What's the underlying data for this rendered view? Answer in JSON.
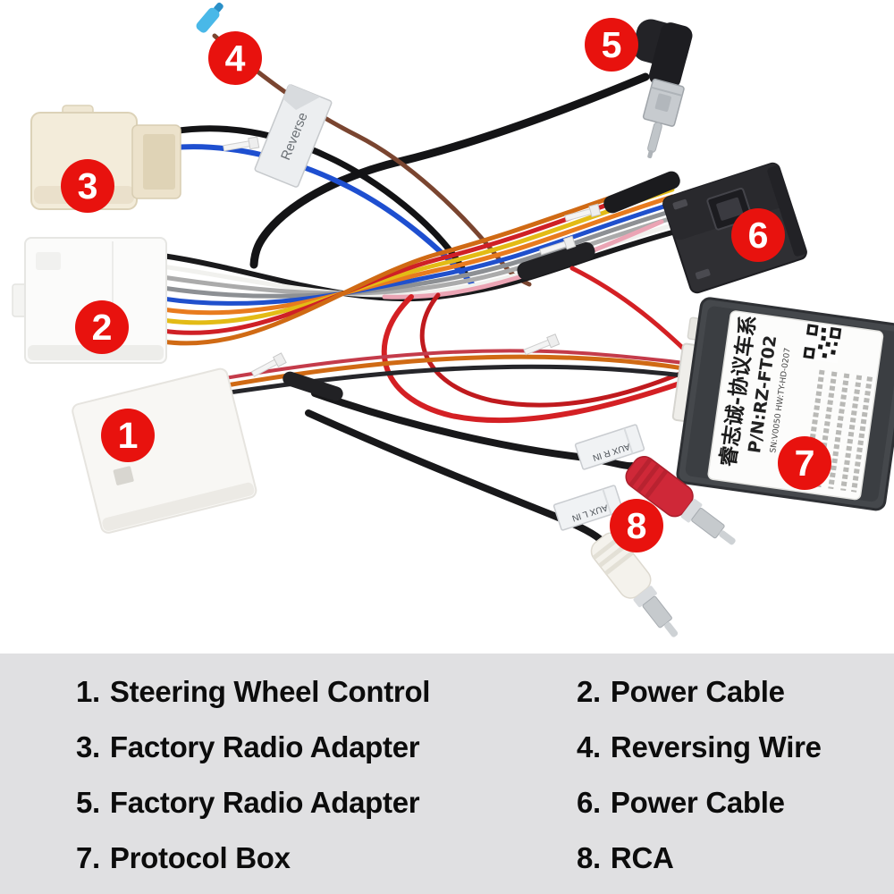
{
  "photo": {
    "callouts": [
      "1",
      "2",
      "3",
      "4",
      "5",
      "6",
      "7",
      "8"
    ],
    "wire_tags": {
      "reverse": "Reverse",
      "aux_right": "AUX R IN",
      "aux_left": "AUX L IN"
    },
    "protocol_box_label": {
      "title": "睿志诚-协议车系",
      "part_number": "P/N:RZ-FT02",
      "serial_line": "SN:V0050  HW:TY-HD-0207"
    }
  },
  "legend": {
    "items": [
      {
        "num": "1.",
        "label": "Steering Wheel Control"
      },
      {
        "num": "2.",
        "label": "Power Cable"
      },
      {
        "num": "3.",
        "label": "Factory Radio Adapter"
      },
      {
        "num": "4.",
        "label": "Reversing Wire"
      },
      {
        "num": "5.",
        "label": "Factory Radio Adapter"
      },
      {
        "num": "6.",
        "label": "Power Cable"
      },
      {
        "num": "7.",
        "label": "Protocol Box"
      },
      {
        "num": "8.",
        "label": "RCA"
      }
    ]
  },
  "colors": {
    "badge_red": "#e8120e",
    "legend_bg": "#e0e0e2"
  }
}
